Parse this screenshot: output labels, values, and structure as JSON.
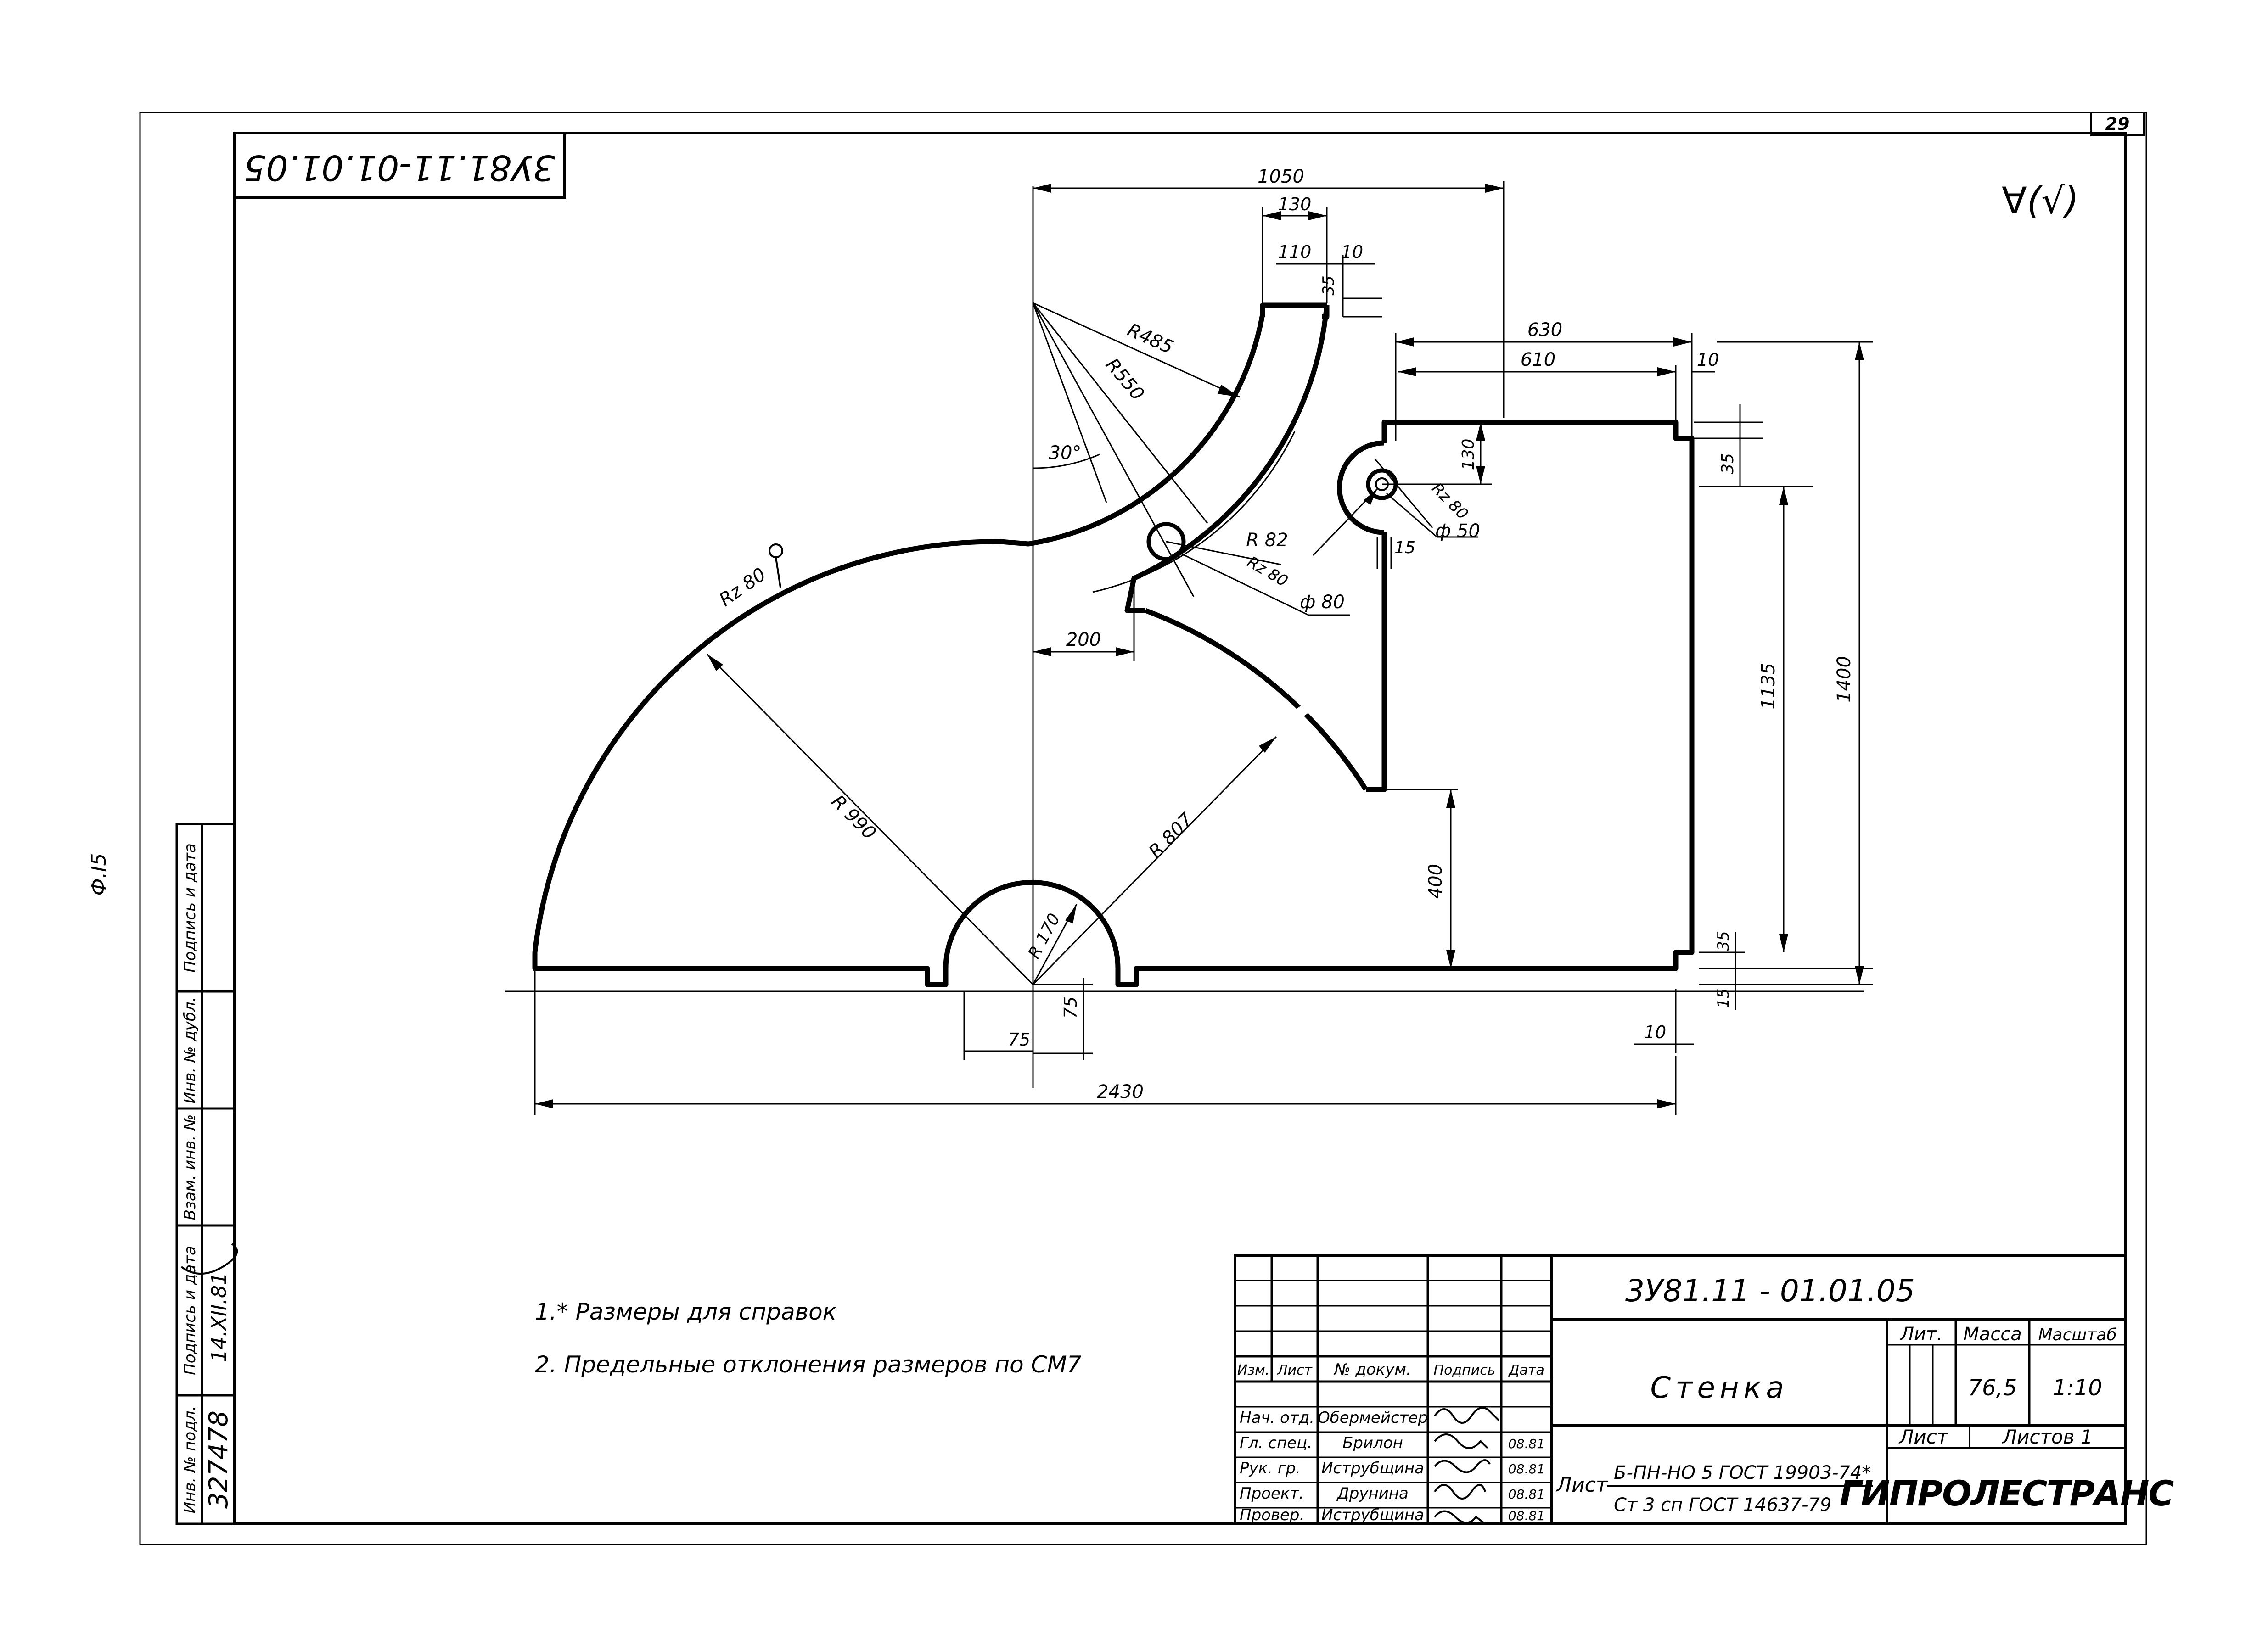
{
  "drawing": {
    "sheet_number": "29",
    "drawing_code": "3У81.11-01.01.05",
    "drawing_code_rotated": "3У81.11-01.01.05",
    "format_label": "Ф.I5",
    "roughness_symbol": "∀(√)"
  },
  "dimensions": {
    "d1050": "1050",
    "d130": "130",
    "d110": "110",
    "d10a": "10",
    "d35a": "35",
    "d630": "630",
    "d610": "610",
    "d10b": "10",
    "d130b": "130",
    "d35b": "35",
    "r485": "R485",
    "r550": "R550",
    "a30": "30°",
    "rz80_left": "Rz 80",
    "r82": "R 82",
    "rz80_mid": "Rz 80",
    "phi80": "ф 80",
    "rz80_right": "Rz 80",
    "phi50": "ф 50",
    "d15": "15",
    "d200": "200",
    "d1135": "1135",
    "d1400": "1400",
    "r990": "R 990",
    "r807": "R 807",
    "r170": "R 170",
    "d400": "400",
    "d35c": "35",
    "d15c": "15",
    "d75h": "75",
    "d75v": "75",
    "d10c": "10",
    "d2430": "2430"
  },
  "notes": [
    "1.* Размеры для справок",
    "2. Предельные отклонения размеров по СМ7"
  ],
  "left_strip": {
    "labels": [
      "Инв. № подл.",
      "Подпись и дата",
      "Взам. инв. №",
      "Инв. № дубл.",
      "Подпись и дата"
    ],
    "inv_number": "327478",
    "sign_date": "14.XII.81"
  },
  "title_block": {
    "code": "3У81.11 - 01.01.05",
    "name": "Стенка",
    "col_headers": [
      "Изм.",
      "Лист",
      "№ докум.",
      "Подпись",
      "Дата"
    ],
    "people": [
      {
        "role": "Нач. отд.",
        "name": "Обермейстер",
        "date": ""
      },
      {
        "role": "Гл. спец.",
        "name": "Брилон",
        "date": "08.81"
      },
      {
        "role": "Рук. гр.",
        "name": "Иструбщина",
        "date": "08.81"
      },
      {
        "role": "Проект.",
        "name": "Друнина",
        "date": "08.81"
      },
      {
        "role": "Провер.",
        "name": "Иструбщина",
        "date": "08.81"
      }
    ],
    "lit_label": "Лит.",
    "mass_label": "Масса",
    "scale_label": "Масштаб",
    "mass": "76,5",
    "scale": "1:10",
    "sheet_label": "Лист",
    "sheets_label": "Листов 1",
    "material_prefix": "Лист",
    "material_line1": "Б-ПН-НО 5 ГОСТ 19903-74*",
    "material_line2": "Ст 3 сп ГОСТ 14637-79",
    "organization": "ГИПРОЛЕСТРАНС"
  }
}
